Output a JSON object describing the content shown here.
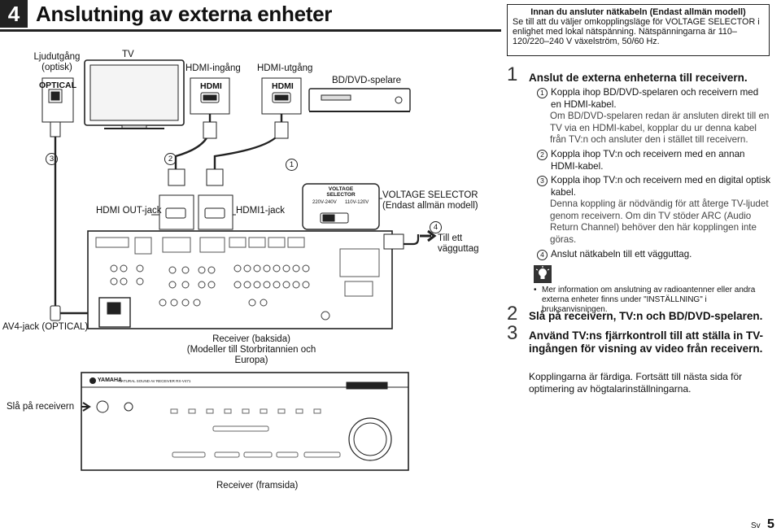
{
  "header": {
    "chapter_number": "4",
    "title": "Anslutning av externa enheter"
  },
  "diagram": {
    "audio_out_label": "Ljudutgång\n(optisk)",
    "optical_label": "OPTICAL",
    "tv_label": "TV",
    "hdmi_in_label": "HDMI-ingång",
    "hdmi_out_label": "HDMI-utgång",
    "bd_player_label": "BD/DVD-spelare",
    "hdmi_port": "HDMI",
    "hdmi_out_jack_label": "HDMI OUT-jack",
    "hdmi1_jack_label": "HDMI1-jack",
    "voltage_selector_label": "VOLTAGE SELECTOR\n(Endast allmän modell)",
    "panel_voltage": "VOLTAGE\nSELECTOR",
    "panel_220": "220V-240V",
    "panel_110": "110V-120V",
    "wall_outlet_label": "Till ett\nvägguttag",
    "av4_label": "AV4-jack (OPTICAL)",
    "power_label": "Slå på receivern",
    "receiver_back_caption": "Receiver (baksida)\n(Modeller till Storbritannien och Europa)",
    "receiver_front_caption": "Receiver (framsida)",
    "brand": "YAMAHA",
    "model_line": "NATURAL SOUND AV RECEIVER  RX-V471",
    "steps": {
      "s1": "1",
      "s2": "2",
      "s3": "3",
      "s4": "4"
    }
  },
  "note_box": {
    "title": "Innan du ansluter nätkabeln (Endast allmän modell)",
    "body": "Se till att du väljer omkopplingsläge för VOLTAGE SELECTOR i enlighet med lokal nätspänning. Nätspänningarna är 110–120/220–240 V växelström, 50/60 Hz."
  },
  "instructions": {
    "step1": {
      "number": "1",
      "title": "Anslut de externa enheterna till receivern."
    },
    "items": [
      {
        "n": "1",
        "text": "Koppla ihop BD/DVD-spelaren och receivern med en HDMI-kabel.",
        "sub": "Om BD/DVD-spelaren redan är ansluten direkt till en TV via en HDMI-kabel, kopplar du ur denna kabel från TV:n och ansluter den i stället till receivern."
      },
      {
        "n": "2",
        "text": "Koppla ihop TV:n och receivern med en annan HDMI-kabel.",
        "sub": ""
      },
      {
        "n": "3",
        "text": "Koppla ihop TV:n och receivern med en digital optisk kabel.",
        "sub": "Denna koppling är nödvändig för att återge TV-ljudet genom receivern. Om din TV stöder ARC (Audio Return Channel) behöver den här kopplingen inte göras."
      },
      {
        "n": "4",
        "text": "Anslut nätkabeln till ett vägguttag.",
        "sub": ""
      }
    ],
    "tip_bullet": "Mer information om anslutning av radioantenner eller andra externa enheter finns under \"INSTÄLLNING\" i bruksanvisningen.",
    "step2": {
      "number": "2",
      "title": "Slå på receivern, TV:n och BD/DVD-spelaren."
    },
    "step3": {
      "number": "3",
      "title": "Använd TV:ns fjärrkontroll till att ställa in TV-ingången för visning av video från receivern."
    },
    "closing": "Kopplingarna är färdiga. Fortsätt till nästa sida för optimering av högtalarinställningarna."
  },
  "footer": {
    "lang": "Sv",
    "page": "5"
  }
}
